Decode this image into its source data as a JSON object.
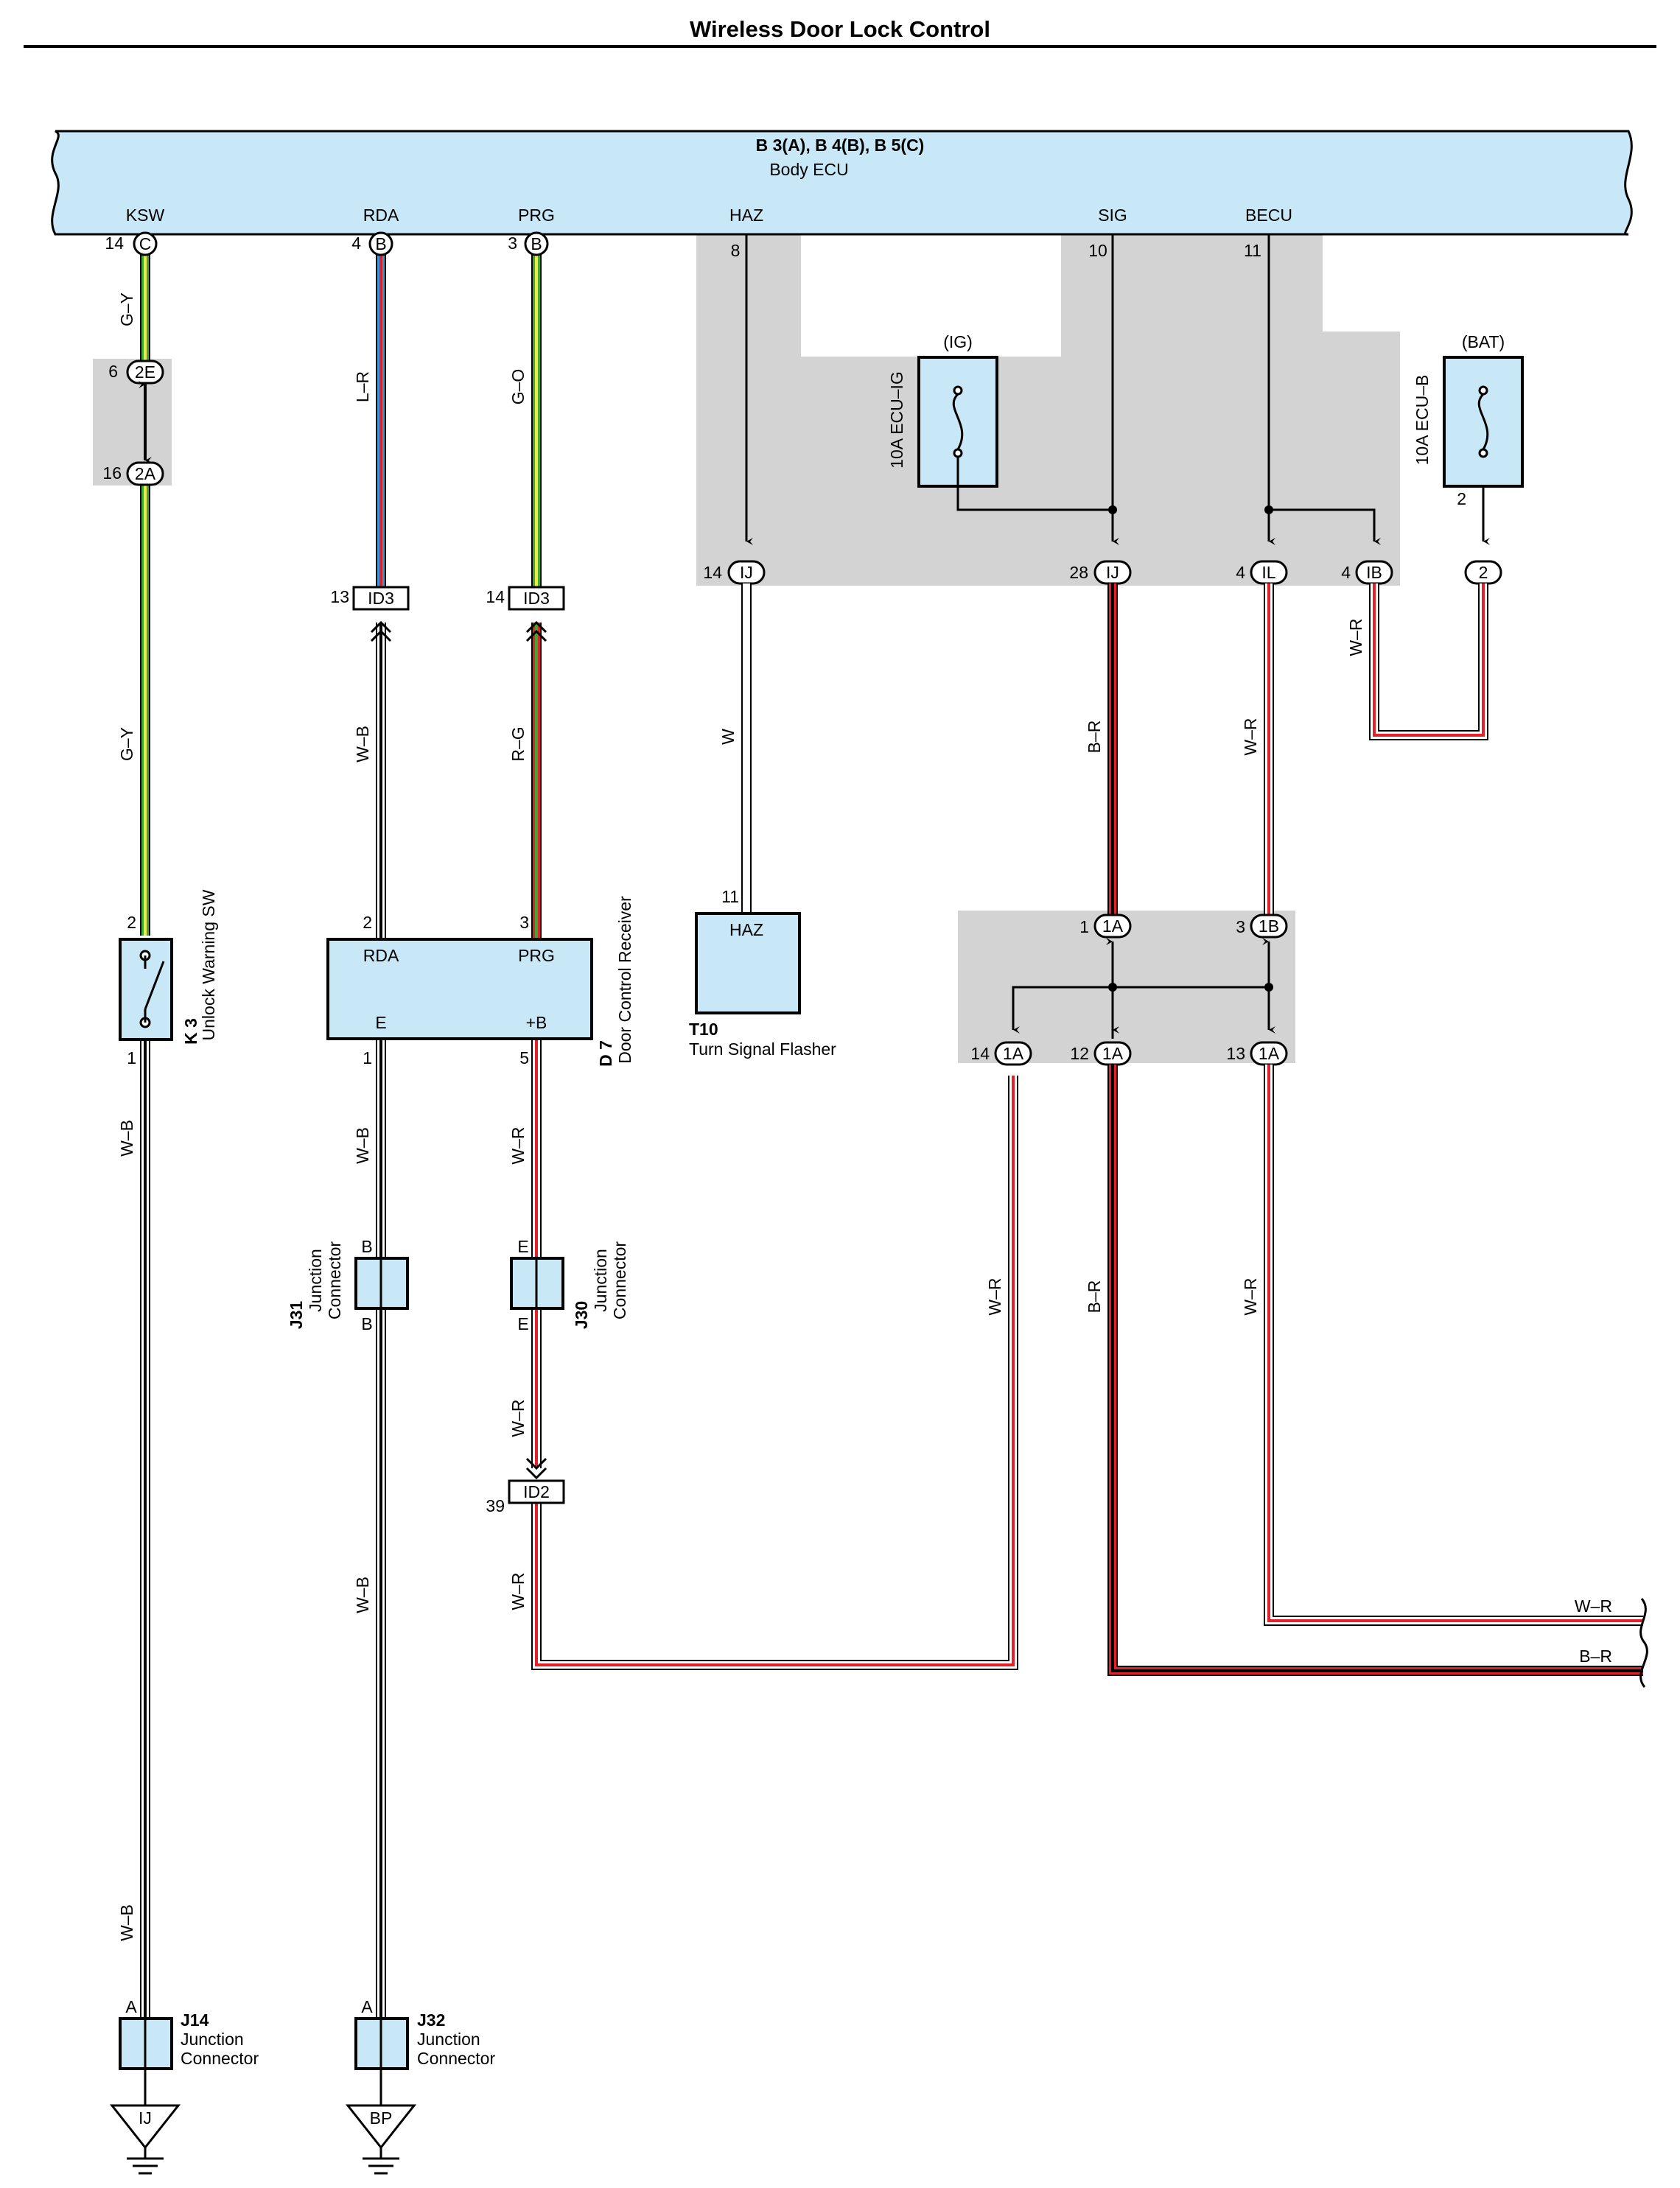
{
  "page": {
    "title": "Wireless Door Lock Control"
  },
  "colors": {
    "ecu_fill": "#c9e8f7",
    "component_fill": "#c9e8f7",
    "shade": "#d3d3d3",
    "wire_red": "#e1222b",
    "wire_green": "#3aa935",
    "wire_yellow": "#f2e84a",
    "wire_blue": "#3a96d8",
    "wire_white": "#ffffff",
    "wire_black": "#000000"
  },
  "ecu": {
    "title": "B 3(A), B 4(B), B 5(C)",
    "name": "Body ECU",
    "terminals": {
      "ksw": "KSW",
      "rda": "RDA",
      "prg": "PRG",
      "haz": "HAZ",
      "sig": "SIG",
      "becu": "BECU"
    },
    "pins": {
      "ksw": "14",
      "rda": "4",
      "prg": "3",
      "haz": "8",
      "sig": "10",
      "becu": "11"
    },
    "connectors": {
      "ksw": "C",
      "rda": "B",
      "prg": "B"
    }
  },
  "wires": {
    "g_y": "G–Y",
    "l_r": "L–R",
    "g_o": "G–O",
    "w_b": "W–B",
    "r_g": "R–G",
    "w_r": "W–R",
    "w": "W",
    "b_r": "B–R"
  },
  "connectors": {
    "c2e": "2E",
    "c2a": "2A",
    "pin6": "6",
    "pin16": "16",
    "id3": "ID3",
    "id2": "ID2",
    "pin13": "13",
    "pin14": "14",
    "pin39": "39",
    "ij": "IJ",
    "il": "IL",
    "ib": "IB",
    "c2": "2",
    "pin28": "28",
    "pin4": "4",
    "pin2": "2",
    "c1a": "1A",
    "c1b": "1B",
    "pin1": "1",
    "pin3": "3",
    "pin12": "12",
    "pin11": "11",
    "pin5": "5",
    "pin_a": "A",
    "pin_b": "B",
    "pin_e": "E"
  },
  "fuses": {
    "ig_label": "(IG)",
    "ig_name": "10A ECU–IG",
    "bat_label": "(BAT)",
    "bat_name": "10A ECU–B"
  },
  "components": {
    "k3": {
      "id": "K 3",
      "name": "Unlock Warning SW"
    },
    "d7": {
      "id": "D 7",
      "name": "Door Control Receiver",
      "rda": "RDA",
      "prg": "PRG",
      "e": "E",
      "b": "+B"
    },
    "t10": {
      "id": "T10",
      "name": "Turn Signal Flasher",
      "haz": "HAZ"
    },
    "j31": {
      "id": "J31",
      "name1": "Junction",
      "name2": "Connector"
    },
    "j30": {
      "id": "J30",
      "name1": "Junction",
      "name2": "Connector"
    },
    "j14": {
      "id": "J14",
      "name1": "Junction",
      "name2": "Connector"
    },
    "j32": {
      "id": "J32",
      "name1": "Junction",
      "name2": "Connector"
    }
  },
  "grounds": {
    "ij": "IJ",
    "bp": "BP"
  }
}
